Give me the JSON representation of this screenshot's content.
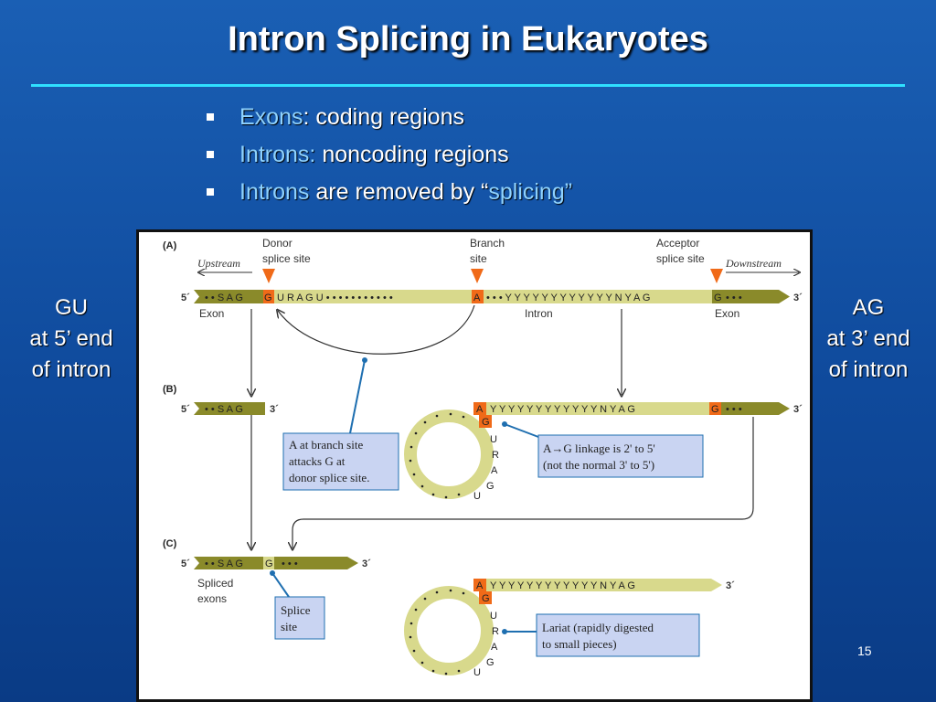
{
  "slide": {
    "title": "Intron Splicing in Eukaryotes",
    "bullets": [
      {
        "term": "Exons",
        "rest": ": coding regions"
      },
      {
        "term": "Introns:",
        "rest": " noncoding regions"
      },
      {
        "term": "Introns",
        "mid": " are removed by “",
        "term2": "splicing”"
      }
    ],
    "left_note": [
      "GU",
      "at 5’ end",
      "of intron"
    ],
    "right_note": [
      "AG",
      "at 3’ end",
      "of intron"
    ],
    "page_number": "15"
  },
  "diagram": {
    "panels": [
      "(A)",
      "(B)",
      "(C)"
    ],
    "labels": {
      "donor": [
        "Donor",
        "splice site"
      ],
      "branch": [
        "Branch",
        "site"
      ],
      "acceptor": [
        "Acceptor",
        "splice site"
      ],
      "upstream": "Upstream",
      "downstream": "Downstream",
      "exon": "Exon",
      "intron": "Intron",
      "five_prime": "5´",
      "three_prime": "3´",
      "spliced_exons": [
        "Spliced",
        "exons"
      ]
    },
    "strands": {
      "a_exon1": "• • S A G",
      "a_donor_g": "G",
      "a_ura": "U R A G U • • • • • • • • • • •",
      "a_branch": "A",
      "a_intron": "• • • Y Y Y Y Y Y Y Y Y Y Y Y N Y A G",
      "a_acceptor_g": "G",
      "a_exon2": "• • •",
      "b_exon1": "• • S A G",
      "b_tail": "Y Y Y Y Y Y Y Y Y Y Y Y N Y A G",
      "b_acceptor_g": "G",
      "b_exon2": "• • •",
      "c_exons": "• • S A G",
      "c_g": "G",
      "c_exon2": "• • •",
      "c_tail": "Y Y Y Y Y Y Y Y Y Y Y Y N Y A G",
      "lariat_a": "A",
      "lariat_g": "G",
      "lariat_letters": [
        "U",
        "R",
        "A",
        "G",
        "U"
      ]
    },
    "callouts": {
      "attack": [
        "A at branch site",
        "attacks G at",
        "donor splice site."
      ],
      "linkage": [
        "A→G linkage is 2' to 5'",
        "(not the normal 3' to 5')"
      ],
      "splice_site": [
        "Splice",
        "site"
      ],
      "lariat": [
        "Lariat (rapidly digested",
        "to small pieces)"
      ]
    },
    "colors": {
      "strand": "#d8d98c",
      "exon": "#8a8a2a",
      "highlight": "#f06a18",
      "callout_bg": "#c9d4f2",
      "callout_line": "#1f6fb0"
    }
  }
}
